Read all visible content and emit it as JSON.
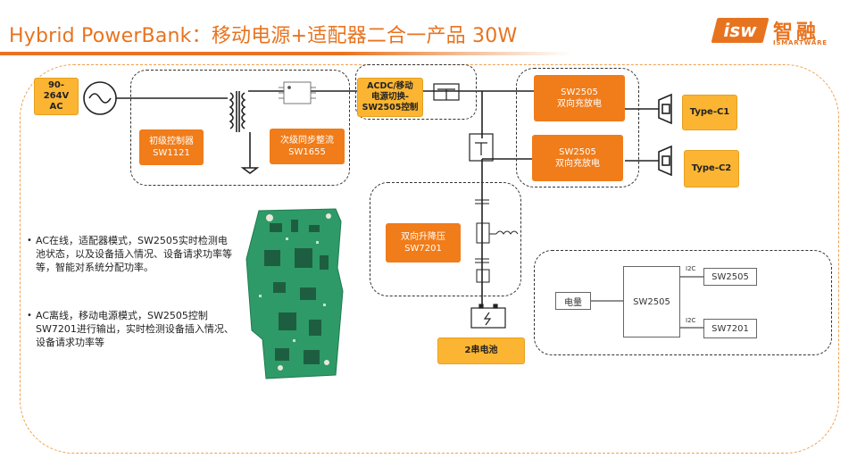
{
  "header": {
    "title": "Hybrid PowerBank：移动电源+适配器二合一产品 30W",
    "logo_mark": "isw",
    "logo_cn": "智融",
    "logo_sub": "ISMARTWARE",
    "accent_color": "#e8731f"
  },
  "diagram": {
    "ac_input": "90-\n264V\nAC",
    "primary_controller": {
      "name": "初级控制器",
      "part": "SW1121"
    },
    "secondary_rectifier": {
      "name": "次级同步整流",
      "part": "SW1655"
    },
    "switch_block": "ACDC/移动\n电源切换-\nSW2505控制",
    "port1_controller": {
      "part": "SW2505",
      "desc": "双向充放电"
    },
    "port2_controller": {
      "part": "SW2505",
      "desc": "双向充放电"
    },
    "port1_label": "Type-C1",
    "port2_label": "Type-C2",
    "buck_boost": {
      "name": "双向升降压",
      "part": "SW7201"
    },
    "battery_label": "2串电池",
    "ctrl_panel": {
      "center": "SW2505",
      "input_left": "电量",
      "out1": "SW2505",
      "out2": "SW7201",
      "bus1": "I2C",
      "bus2": "I2C"
    }
  },
  "bullets": [
    "AC在线，适配器模式，SW2505实时检测电池状态，以及设备插入情况、设备请求功率等等，智能对系统分配功率。",
    "AC离线，移动电源模式，SW2505控制SW7201进行输出，实时检测设备插入情况、设备请求功率等"
  ],
  "colors": {
    "orange": "#f07c1a",
    "amber": "#fbb532",
    "pcb_green": "#2e9a68"
  }
}
